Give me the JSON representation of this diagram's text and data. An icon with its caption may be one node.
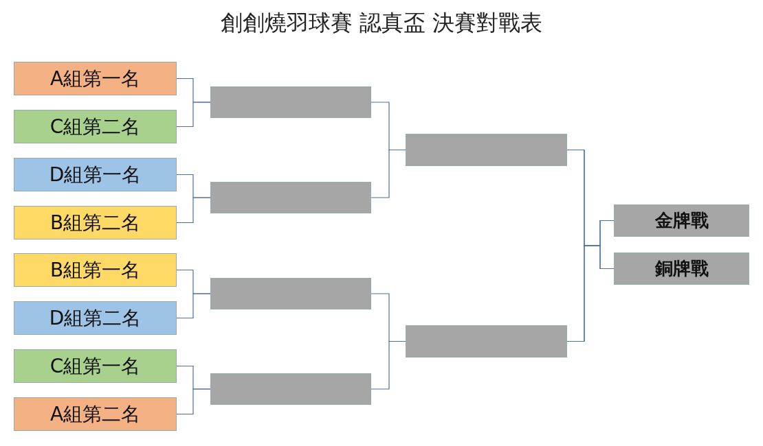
{
  "diagram": {
    "title": "創創燒羽球賽 認真盃 決賽對戰表",
    "nodes": [
      {
        "text": [
          "A組第一名"
        ]
      },
      {
        "text": [
          "C組第二名"
        ]
      },
      {
        "text": [
          "D組第一名"
        ]
      },
      {
        "text": [
          "B組第二名"
        ]
      },
      {
        "text": [
          "B組第一名"
        ]
      },
      {
        "text": [
          "D組第二名"
        ]
      },
      {
        "text": [
          "C組第一名"
        ]
      },
      {
        "text": [
          "A組第二名"
        ]
      },
      {
        "text": [],
        "shape": "box"
      },
      {
        "text": [],
        "shape": "box"
      },
      {
        "text": [],
        "shape": "box"
      },
      {
        "text": [],
        "shape": "box"
      },
      {
        "text": [],
        "shape": "box"
      },
      {
        "text": [],
        "shape": "box"
      },
      {
        "text": [
          "金牌戰"
        ]
      },
      {
        "text": [
          "銅牌戰"
        ]
      }
    ],
    "edges": [
      {
        "from": 0,
        "to": 8,
        "arrow": "none"
      },
      {
        "from": 1,
        "to": 8,
        "arrow": "none"
      },
      {
        "from": 2,
        "to": 9,
        "arrow": "none"
      },
      {
        "from": 3,
        "to": 9,
        "arrow": "none"
      },
      {
        "from": 4,
        "to": 10,
        "arrow": "none"
      },
      {
        "from": 5,
        "to": 10,
        "arrow": "none"
      },
      {
        "from": 6,
        "to": 11,
        "arrow": "none"
      },
      {
        "from": 7,
        "to": 11,
        "arrow": "none"
      },
      {
        "from": 8,
        "to": 12,
        "arrow": "none"
      },
      {
        "from": 9,
        "to": 12,
        "arrow": "none"
      },
      {
        "from": 10,
        "to": 13,
        "arrow": "none"
      },
      {
        "from": 11,
        "to": 13,
        "arrow": "none"
      },
      {
        "from": 12,
        "to": 14,
        "arrow": "none"
      },
      {
        "from": 12,
        "to": 15,
        "arrow": "none"
      },
      {
        "from": 13,
        "to": 14,
        "arrow": "none"
      },
      {
        "from": 13,
        "to": 15,
        "arrow": "none"
      }
    ]
  }
}
